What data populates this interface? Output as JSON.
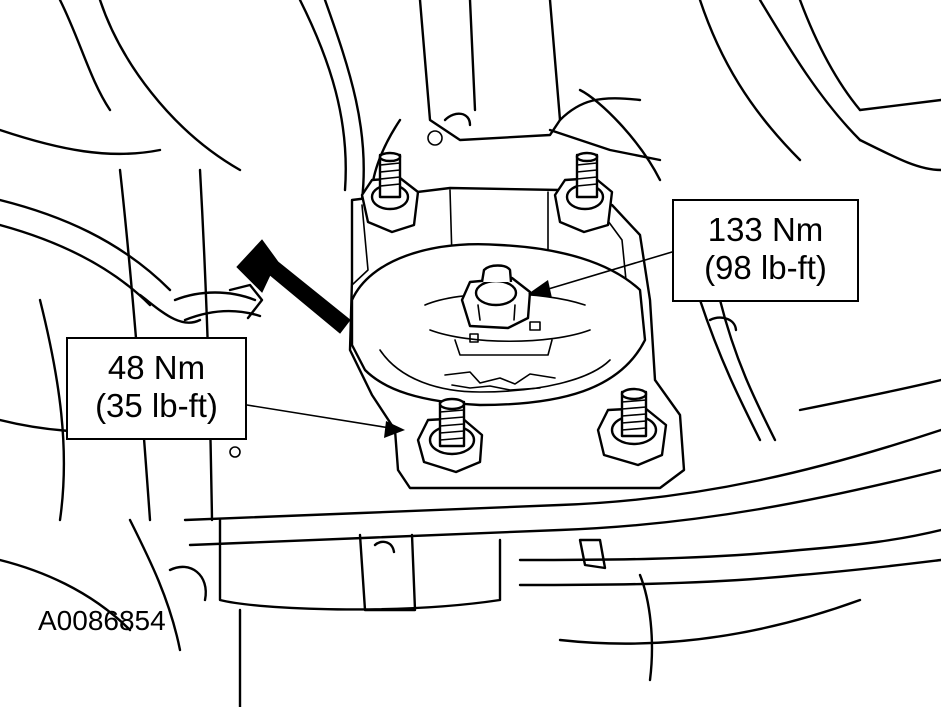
{
  "callouts": {
    "mount_nut": {
      "line1": "133 Nm",
      "line2": "(98 lb-ft)"
    },
    "studs": {
      "line1": "48 Nm",
      "line2": "(35 lb-ft)"
    }
  },
  "figure_id": "A0086854",
  "icons": {
    "direction_arrow": "front-direction-arrow-icon",
    "mount_nut": "hex-nut-icon",
    "studs": "threaded-stud-icon"
  },
  "colors": {
    "line": "#000000",
    "background": "#ffffff"
  }
}
